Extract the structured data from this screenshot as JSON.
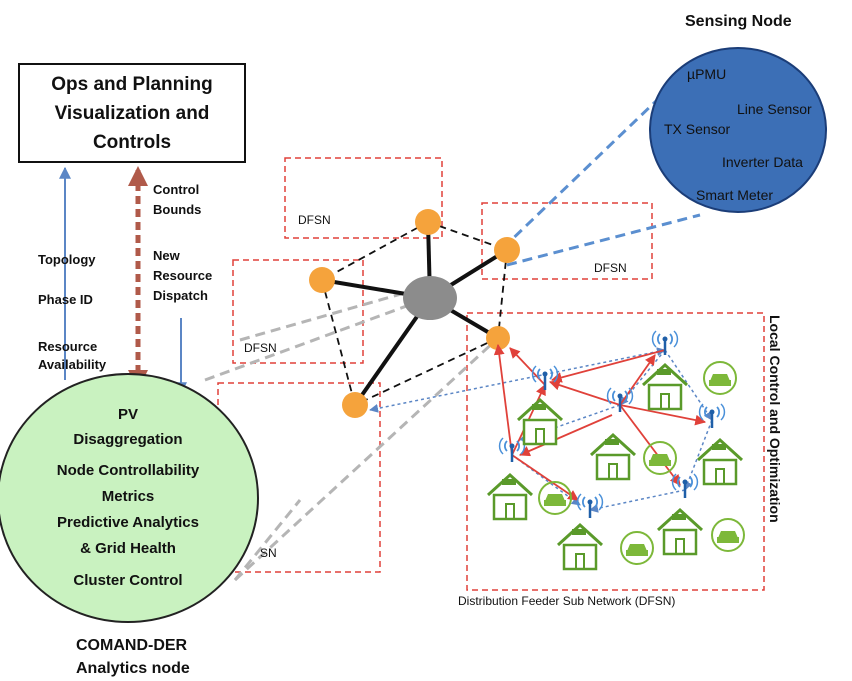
{
  "ops_box": {
    "line1": "Ops and Planning",
    "line2": "Visualization and",
    "line3": "Controls"
  },
  "left_labels": {
    "topology": "Topology",
    "phase_id": "Phase ID",
    "resource_line1": "Resource",
    "resource_line2": "Availability"
  },
  "middle_labels": {
    "control_line1": "Control",
    "control_line2": "Bounds",
    "dispatch_line1": "New",
    "dispatch_line2": "Resource",
    "dispatch_line3": "Dispatch"
  },
  "analytics_node": {
    "items": [
      "PV",
      "Disaggregation",
      "Node Controllability",
      "Metrics",
      "Predictive Analytics",
      "& Grid Health",
      "Cluster Control"
    ],
    "caption_line1": "COMAND-DER",
    "caption_line2": "Analytics node"
  },
  "sensing_node": {
    "title": "Sensing Node",
    "items": [
      "µPMU",
      "Line Sensor",
      "TX Sensor",
      "Inverter Data",
      "Smart Meter"
    ]
  },
  "dfsn_labels": [
    "DFSN",
    "DFSN",
    "DFSN",
    "SN"
  ],
  "side_label": "Local Control and Optimization",
  "bottom_caption": "Distribution Feeder Sub Network (DFSN)",
  "colors": {
    "sensing_fill": "#3c6fb6",
    "analytics_fill": "#c9f2c0",
    "node_fill": "#f5a33c",
    "hub_fill": "#8c8c8c",
    "house": "#5a9a2a",
    "dashed_red": "#e0413a",
    "arrow_red": "#e0413a",
    "arrow_blue": "#5b86c5",
    "dashed_blue": "#5b8fd0",
    "dashed_gray": "#b5b5b5"
  }
}
